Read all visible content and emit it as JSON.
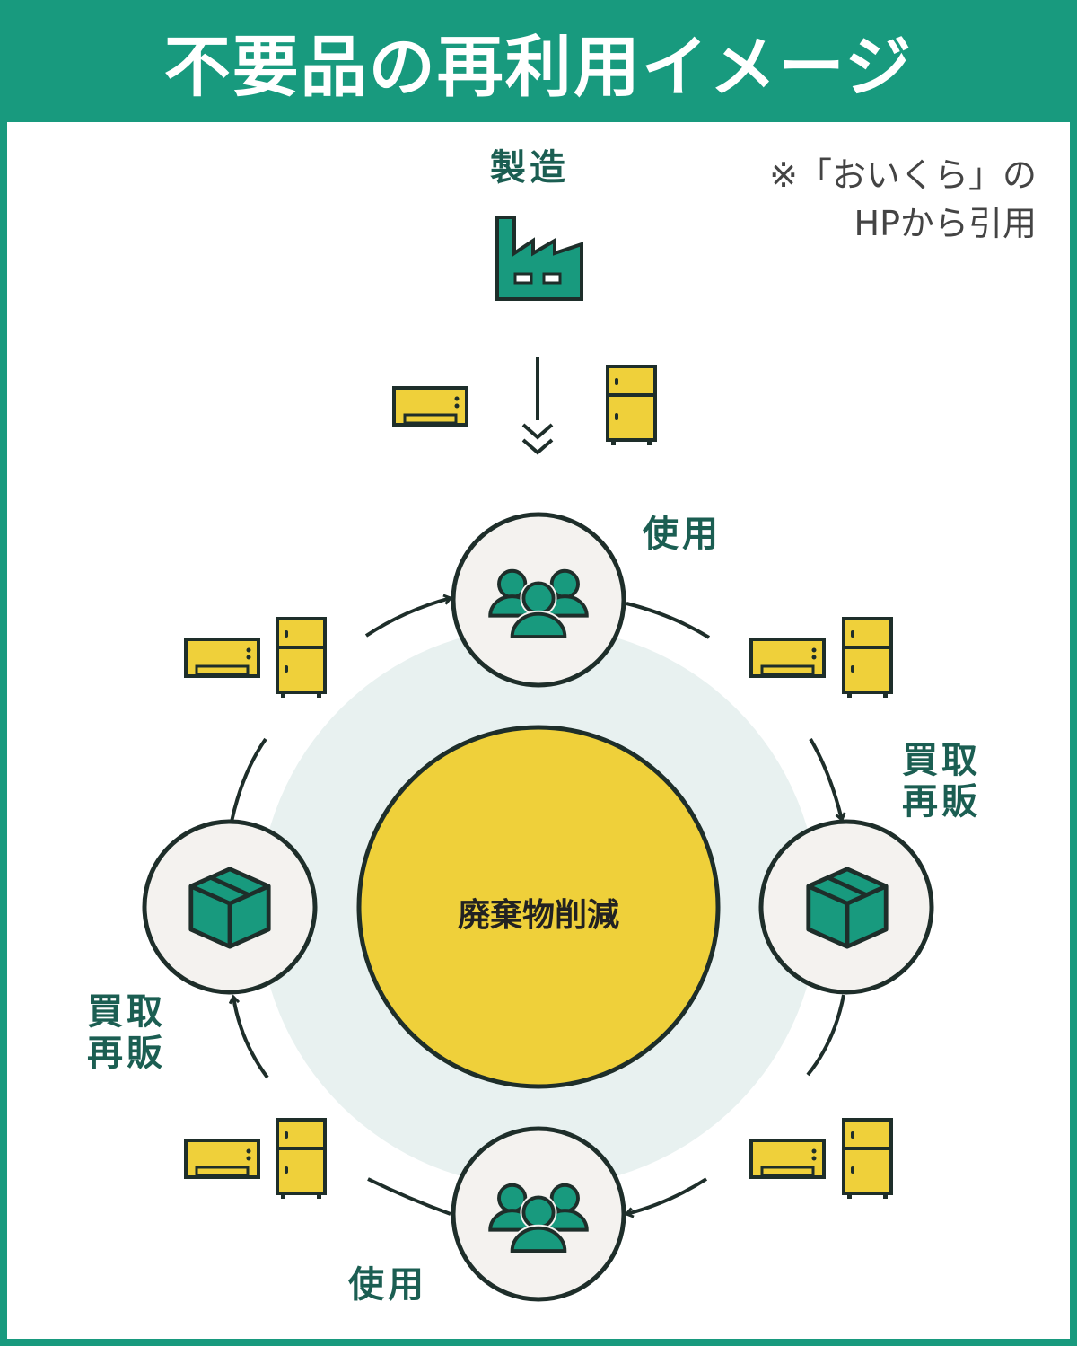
{
  "title": "不要品の再利用イメージ",
  "note": {
    "line1": "※「おいくら」の",
    "line2": "HPから引用"
  },
  "manufacture_label": "製造",
  "center_label": "廃棄物削減",
  "use_label_top": "使用",
  "use_label_bottom": "使用",
  "resale_right": {
    "line1": "買取",
    "line2": "再販"
  },
  "resale_left": {
    "line1": "買取",
    "line2": "再販"
  },
  "colors": {
    "accent": "#189a7e",
    "yellow": "#efd03a",
    "dark": "#1e2e2a",
    "pale": "#e8f1f0",
    "node": "#f4f2ef"
  }
}
